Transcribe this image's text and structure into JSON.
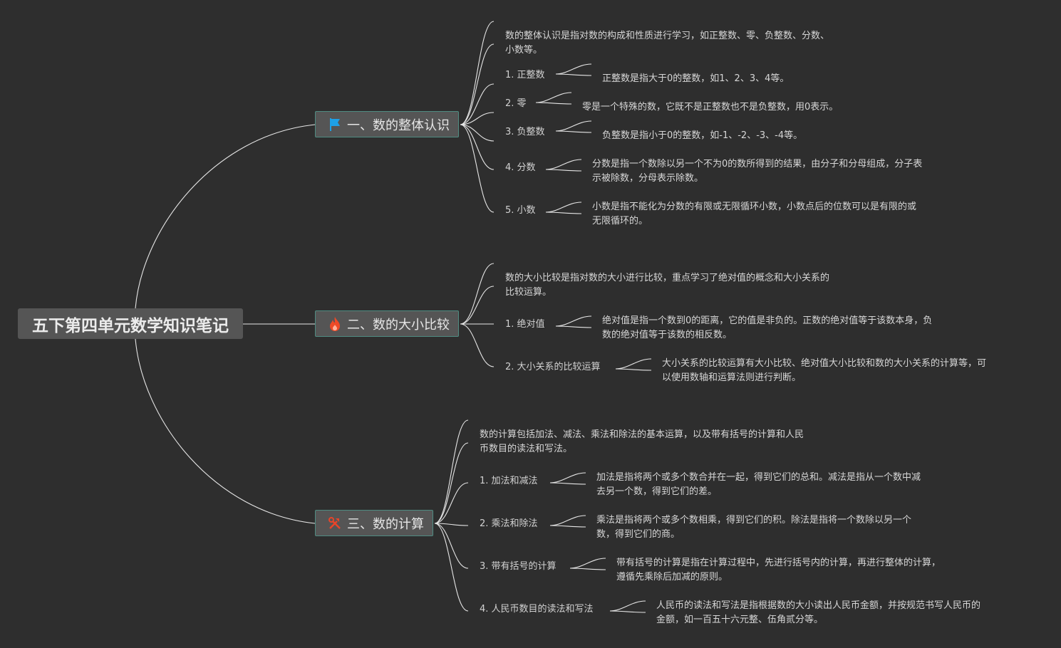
{
  "root": {
    "title": "五下第四单元数学知识笔记"
  },
  "branches": [
    {
      "title": "一、数的整体认识",
      "icon": "blue-flag-icon",
      "color": "#1ea0e6",
      "intro": [
        "数的整体认识是指对数的构成和性质进行学习，如正整数、零、负整数、分数、",
        "小数等。"
      ],
      "items": [
        {
          "label": "1. 正整数",
          "detail": [
            "正整数是指大于0的整数，如1、2、3、4等。"
          ]
        },
        {
          "label": "2. 零",
          "detail": [
            "零是一个特殊的数，它既不是正整数也不是负整数，用0表示。"
          ]
        },
        {
          "label": "3. 负整数",
          "detail": [
            "负整数是指小于0的整数，如-1、-2、-3、-4等。"
          ]
        },
        {
          "label": "4. 分数",
          "detail": [
            "分数是指一个数除以另一个不为0的数所得到的结果，由分子和分母组成，分子表",
            "示被除数，分母表示除数。"
          ]
        },
        {
          "label": "5. 小数",
          "detail": [
            "小数是指不能化为分数的有限或无限循环小数，小数点后的位数可以是有限的或",
            "无限循环的。"
          ]
        }
      ]
    },
    {
      "title": "二、数的大小比较",
      "icon": "fire-icon",
      "color": "#ee4a26",
      "intro": [
        "数的大小比较是指对数的大小进行比较，重点学习了绝对值的概念和大小关系的",
        "比较运算。"
      ],
      "items": [
        {
          "label": "1. 绝对值",
          "detail": [
            "绝对值是指一个数到0的距离，它的值是非负的。正数的绝对值等于该数本身，负",
            "数的绝对值等于该数的相反数。"
          ]
        },
        {
          "label": "2. 大小关系的比较运算",
          "detail": [
            "大小关系的比较运算有大小比较、绝对值大小比较和数的大小关系的计算等，可",
            "以使用数轴和运算法则进行判断。"
          ]
        }
      ]
    },
    {
      "title": "三、数的计算",
      "icon": "tools-icon",
      "color": "#e8452a",
      "intro": [
        "数的计算包括加法、减法、乘法和除法的基本运算，以及带有括号的计算和人民",
        "币数目的读法和写法。"
      ],
      "items": [
        {
          "label": "1. 加法和减法",
          "detail": [
            "加法是指将两个或多个数合并在一起，得到它们的总和。减法是指从一个数中减",
            "去另一个数，得到它们的差。"
          ]
        },
        {
          "label": "2. 乘法和除法",
          "detail": [
            "乘法是指将两个或多个数相乘，得到它们的积。除法是指将一个数除以另一个",
            "数，得到它们的商。"
          ]
        },
        {
          "label": "3. 带有括号的计算",
          "detail": [
            "带有括号的计算是指在计算过程中，先进行括号内的计算，再进行整体的计算，",
            "遵循先乘除后加减的原则。"
          ]
        },
        {
          "label": "4. 人民币数目的读法和写法",
          "detail": [
            "人民币的读法和写法是指根据数的大小读出人民币金额，并按规范书写人民币的",
            "金额，如一百五十六元整、伍角贰分等。"
          ]
        }
      ]
    }
  ]
}
